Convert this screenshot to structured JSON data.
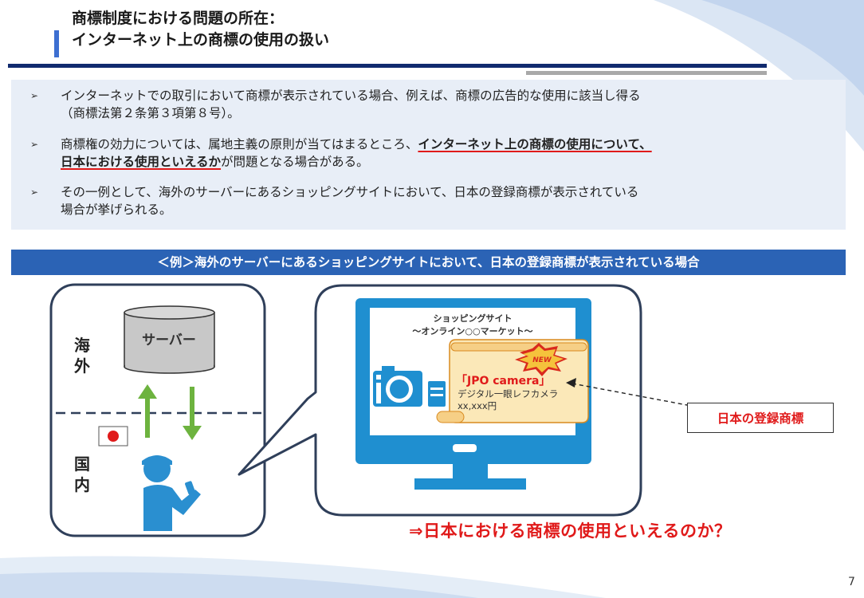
{
  "header": {
    "title_line1": "商標制度における問題の所在：",
    "title_line2": "インターネット上の商標の使用の扱い"
  },
  "bullets": [
    {
      "text_a": "インターネットでの取引において商標が表示されている場合、例えば、",
      "text_b": "商標の",
      "text_c": "広告的な使用に該当し得る",
      "line2": "（商標法第２条第３項第８号）。"
    },
    {
      "text_a": "商標権の効力については、属地主義の原則が当てはまるところ、",
      "text_u1": "インターネット上の商標の使用について、",
      "text_u2": "日本における使用といえるか",
      "text_c": "が問題となる場合がある。"
    },
    {
      "line1": "その一例として、海外のサーバーにあるショッピングサイトにおいて、日本の登録商標が表示されている",
      "line2": "場合が挙げられる。"
    }
  ],
  "example_bar": "＜例＞海外のサーバーにあるショッピングサイトにおいて、日本の登録商標が表示されている場合",
  "left_panel": {
    "overseas_label_1": "海",
    "overseas_label_2": "外",
    "domestic_label_1": "国",
    "domestic_label_2": "内",
    "server_label": "サーバー"
  },
  "monitor": {
    "site_title": "ショッピングサイト",
    "site_subtitle": "～オンライン○○マーケット～",
    "new_badge": "NEW",
    "product_name": "「JPO camera」",
    "product_desc": "デジタル一眼レフカメラ",
    "product_price": "xx,xxx円"
  },
  "registered_trademark_label": "日本の登録商標",
  "question": "⇒日本における商標の使用といえるのか？",
  "page_number": "7",
  "colors": {
    "navy": "#102a6e",
    "accent_blue": "#2b63b5",
    "monitor_blue": "#1f8fd0",
    "arrow_green": "#6db33f",
    "red": "#e01a1a",
    "scroll_fill": "#fbe8b8"
  }
}
